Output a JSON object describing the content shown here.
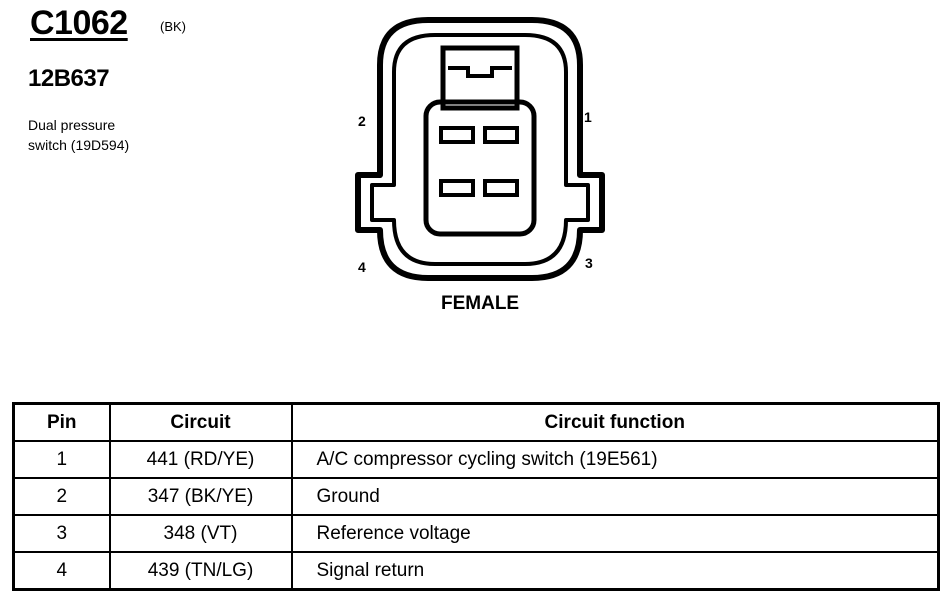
{
  "connector": {
    "id": "C1062",
    "color": "(BK)",
    "part_number": "12B637",
    "description_line1": "Dual pressure",
    "description_line2": "switch (19D594)",
    "gender": "FEMALE",
    "pins_shown": [
      "1",
      "2",
      "3",
      "4"
    ]
  },
  "table": {
    "headers": {
      "pin": "Pin",
      "circuit": "Circuit",
      "function": "Circuit function"
    },
    "rows": [
      {
        "pin": "1",
        "circuit": "441 (RD/YE)",
        "function": "A/C compressor cycling switch (19E561)"
      },
      {
        "pin": "2",
        "circuit": "347 (BK/YE)",
        "function": "Ground"
      },
      {
        "pin": "3",
        "circuit": "348 (VT)",
        "function": "Reference voltage"
      },
      {
        "pin": "4",
        "circuit": "439 (TN/LG)",
        "function": "Signal return"
      }
    ]
  }
}
